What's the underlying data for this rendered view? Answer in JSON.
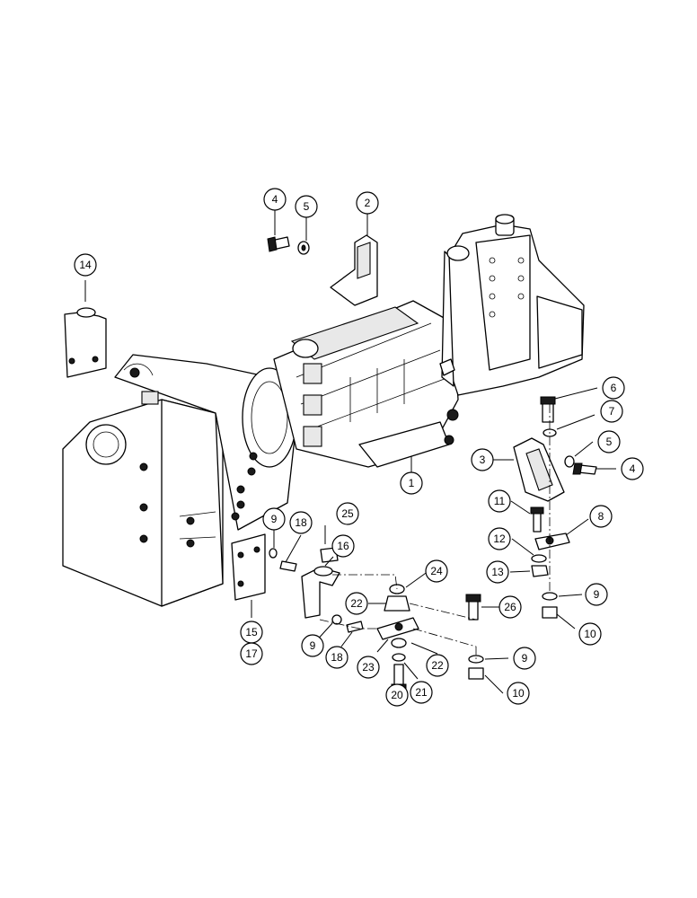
{
  "callouts": [
    {
      "label": "1"
    },
    {
      "label": "2"
    },
    {
      "label": "3"
    },
    {
      "label": "4"
    },
    {
      "label": "4"
    },
    {
      "label": "5"
    },
    {
      "label": "5"
    },
    {
      "label": "6"
    },
    {
      "label": "7"
    },
    {
      "label": "8"
    },
    {
      "label": "9"
    },
    {
      "label": "9"
    },
    {
      "label": "9"
    },
    {
      "label": "9"
    },
    {
      "label": "10"
    },
    {
      "label": "10"
    },
    {
      "label": "11"
    },
    {
      "label": "12"
    },
    {
      "label": "13"
    },
    {
      "label": "14"
    },
    {
      "label": "15"
    },
    {
      "label": "16"
    },
    {
      "label": "17"
    },
    {
      "label": "18"
    },
    {
      "label": "18"
    },
    {
      "label": "20"
    },
    {
      "label": "21"
    },
    {
      "label": "22"
    },
    {
      "label": "22"
    },
    {
      "label": "23"
    },
    {
      "label": "24"
    },
    {
      "label": "25"
    },
    {
      "label": "26"
    }
  ],
  "colors": {
    "ink": "#000000",
    "paper": "#ffffff"
  }
}
